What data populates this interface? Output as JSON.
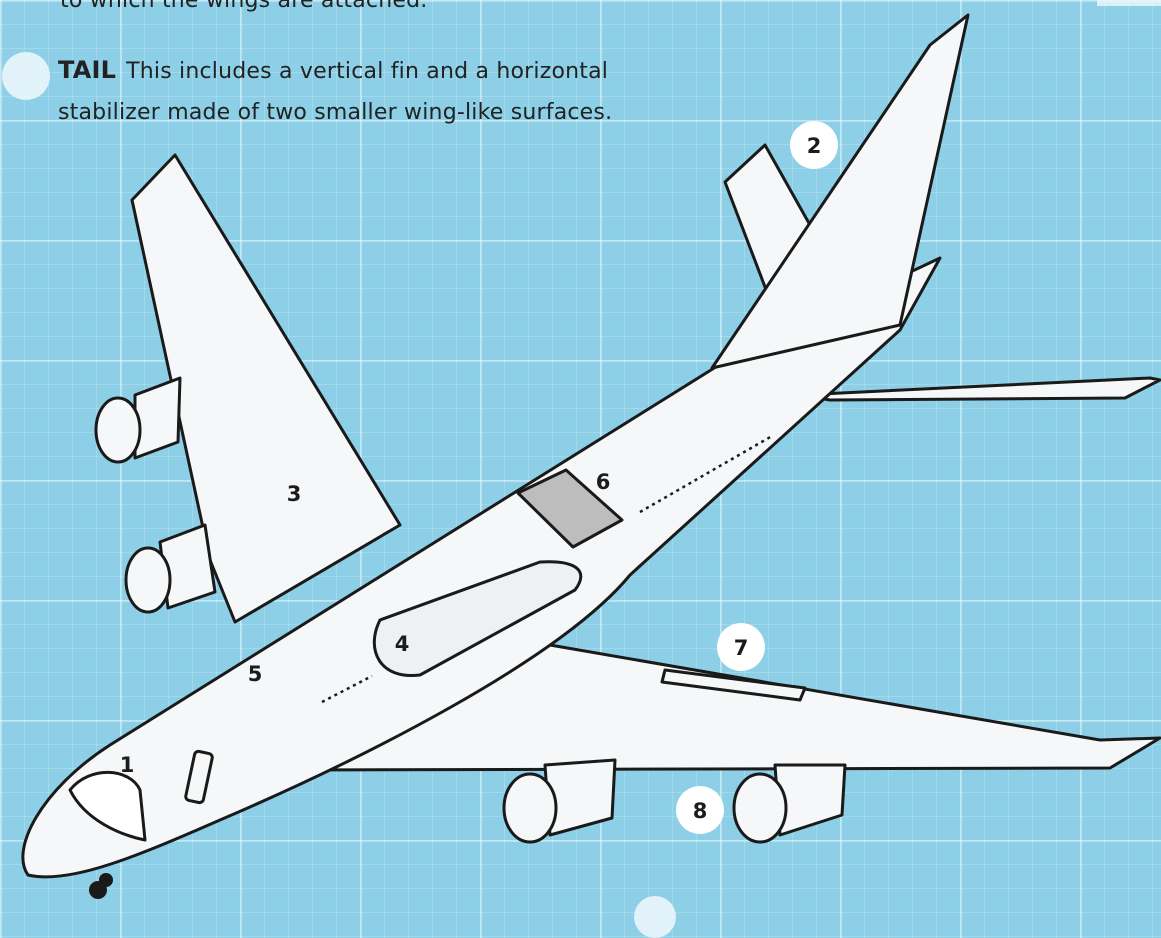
{
  "text": {
    "intro_tail": "to which the wings are attached.",
    "tail_heading": "TAIL",
    "tail_line1": "This includes a vertical fin and a horizontal",
    "tail_line2": "stabilizer made of two smaller wing-like surfaces."
  },
  "labels": {
    "cockpit": "1",
    "tail": "2",
    "wings": "3",
    "cabin": "4",
    "fuselage": "5",
    "cargo_hold": "6",
    "flaps": "7",
    "engines": "8"
  },
  "colors": {
    "background": "#8ccfe6",
    "plane_body": "#f5f7f8",
    "outline": "#1a1a1a",
    "label_circle": "#ffffff"
  }
}
